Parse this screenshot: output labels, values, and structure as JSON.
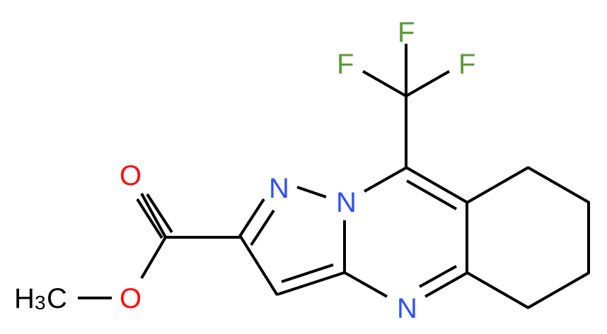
{
  "diagram": {
    "type": "chemical-structure",
    "name": "methyl 9-(trifluoromethyl)-5,6,7,8-tetrahydropyrazolo[5,1-b]quinazoline-2-carboxylate",
    "colors": {
      "nitrogen": "#3050F8",
      "oxygen": "#FF0D0D",
      "fluorine": "#5B9A37",
      "carbon": "#000000",
      "bond": "#000000",
      "background": "#FFFFFF"
    },
    "atoms": {
      "f_top": "F",
      "f_left": "F",
      "f_right": "F",
      "n_pyrazole": "N",
      "n_bridge": "N",
      "n_pyrimidine": "N",
      "o_carbonyl": "O",
      "o_ester": "O",
      "methyl_h": "H",
      "methyl_sub": "3",
      "methyl_c": "C"
    }
  }
}
